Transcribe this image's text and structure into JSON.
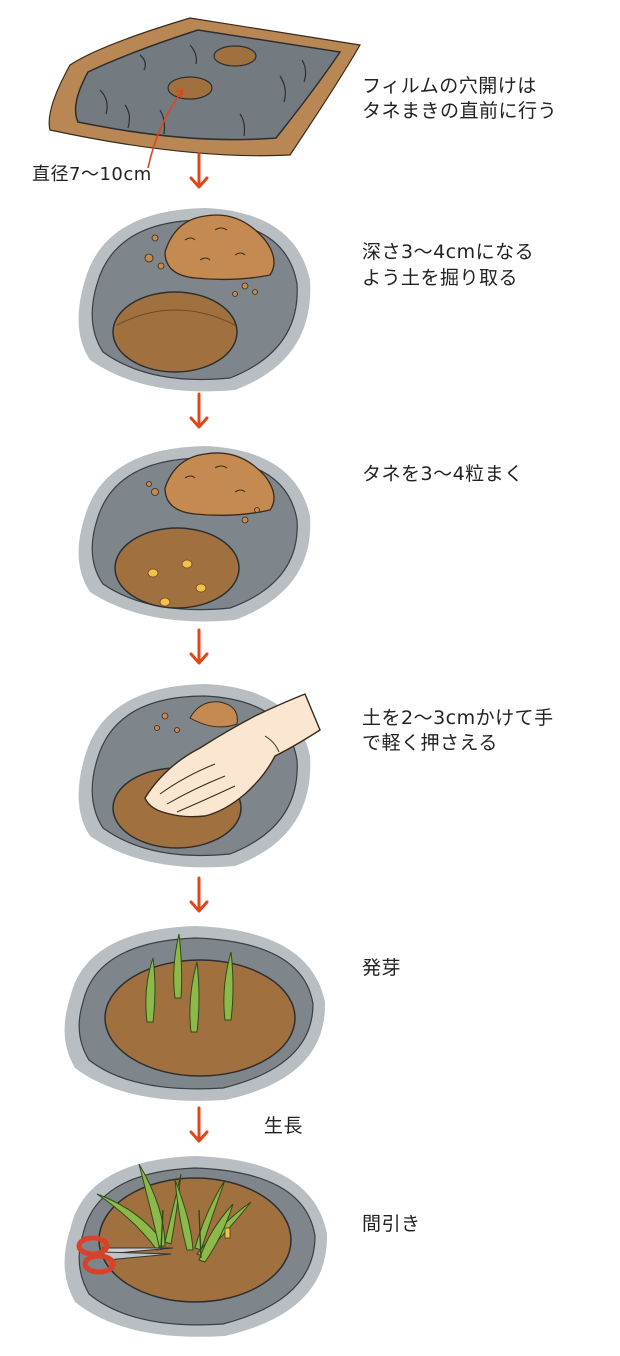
{
  "steps": [
    {
      "text_lines": [
        "フィルムの穴開けは",
        "タネまきの直前に行う"
      ],
      "annotation": "直径7〜10cm"
    },
    {
      "text_lines": [
        "深さ3〜4cmになる",
        "よう土を掘り取る"
      ]
    },
    {
      "text_lines": [
        "タネを3〜4粒まく"
      ]
    },
    {
      "text_lines": [
        "土を2〜3cmかけて手",
        "で軽く押さえる"
      ]
    },
    {
      "text_lines": [
        "発芽"
      ]
    },
    {
      "text_lines": [
        "間引き"
      ],
      "between_label": "生長"
    }
  ],
  "colors": {
    "arrow": "#e0461a",
    "film": "#7e868b",
    "film_light": "#b9bec2",
    "soil": "#a0703f",
    "soil_light": "#c48a52",
    "sprout": "#8db84a",
    "scissors": "#d9412b"
  }
}
